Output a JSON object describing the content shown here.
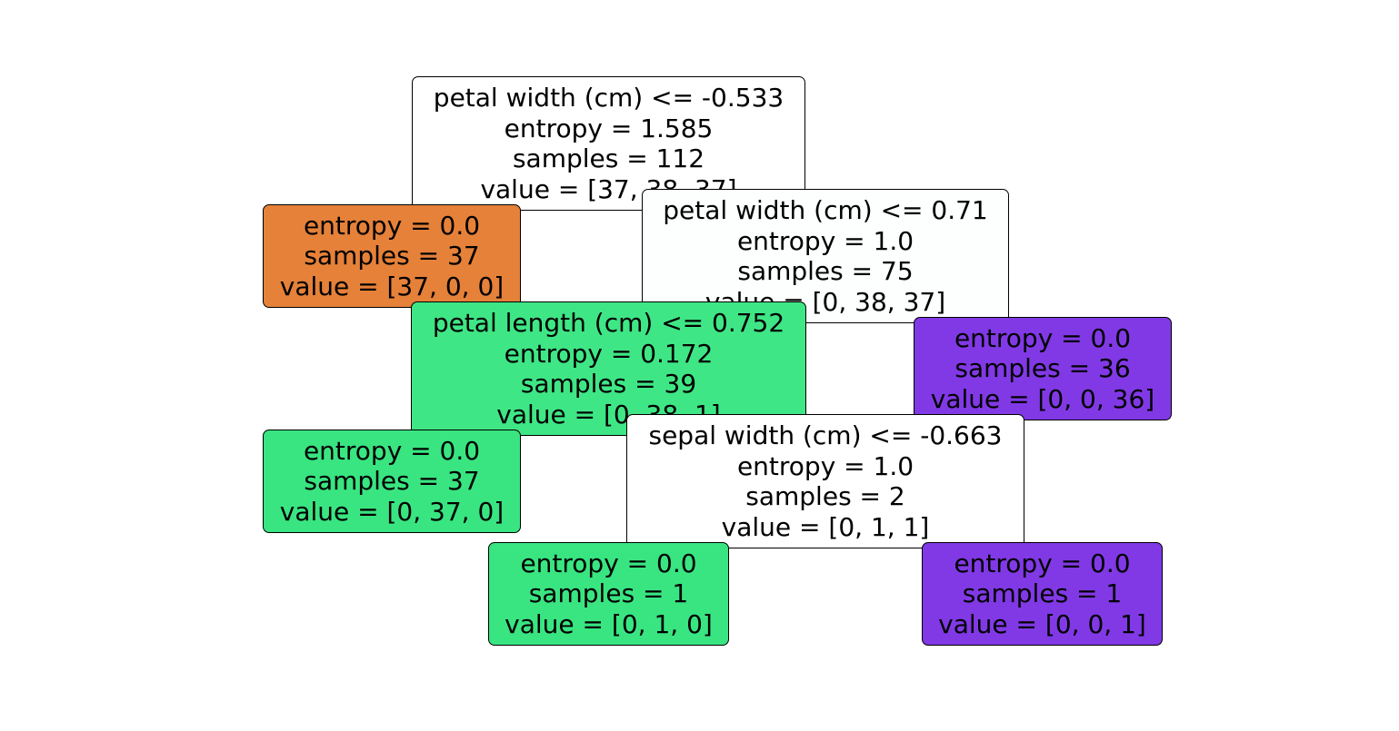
{
  "colors": {
    "class_0": "#e58139",
    "class_1": "#39e581",
    "class_2": "#8139e5",
    "mixed_white": "#ffffff",
    "mixed_near_white": "#fcfffe",
    "mostly_class_1": "#3fe685",
    "text": "#000000",
    "background": "#ffffff"
  },
  "nodes": [
    {
      "id": "n0",
      "lines": [
        "petal width (cm) <= -0.533",
        "entropy = 1.585",
        "samples = 112",
        "value = [37, 38, 37]"
      ]
    },
    {
      "id": "n1",
      "lines": [
        "entropy = 0.0",
        "samples = 37",
        "value = [37, 0, 0]"
      ]
    },
    {
      "id": "n2",
      "lines": [
        "petal width (cm) <= 0.71",
        "entropy = 1.0",
        "samples = 75",
        "value = [0, 38, 37]"
      ]
    },
    {
      "id": "n3",
      "lines": [
        "petal length (cm) <= 0.752",
        "entropy = 0.172",
        "samples = 39",
        "value = [0, 38, 1]"
      ]
    },
    {
      "id": "n4",
      "lines": [
        "entropy = 0.0",
        "samples = 36",
        "value = [0, 0, 36]"
      ]
    },
    {
      "id": "n5",
      "lines": [
        "entropy = 0.0",
        "samples = 37",
        "value = [0, 37, 0]"
      ]
    },
    {
      "id": "n6",
      "lines": [
        "sepal width (cm) <= -0.663",
        "entropy = 1.0",
        "samples = 2",
        "value = [0, 1, 1]"
      ]
    },
    {
      "id": "n7",
      "lines": [
        "entropy = 0.0",
        "samples = 1",
        "value = [0, 1, 0]"
      ]
    },
    {
      "id": "n8",
      "lines": [
        "entropy = 0.0",
        "samples = 1",
        "value = [0, 0, 1]"
      ]
    }
  ]
}
